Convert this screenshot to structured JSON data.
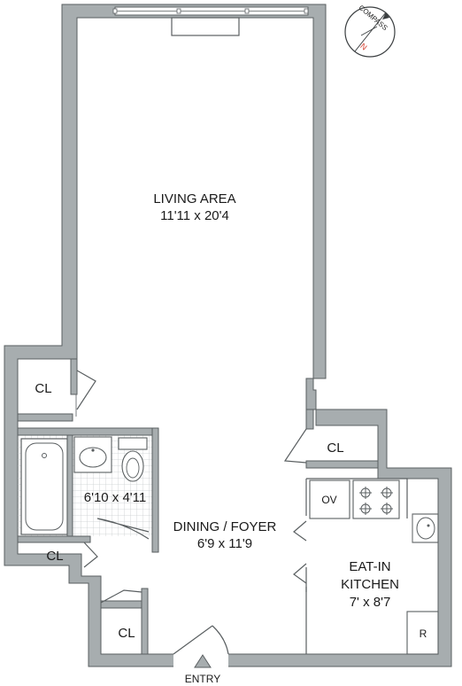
{
  "rooms": {
    "living": {
      "name": "LIVING AREA",
      "dims": "11'11 x 20'4"
    },
    "dining": {
      "name": "DINING / FOYER",
      "dims": "6'9 x 11'9"
    },
    "kitchen": {
      "name_line1": "EAT-IN",
      "name_line2": "KITCHEN",
      "dims": "7' x 8'7"
    },
    "bath": {
      "dims": "6'10 x 4'11"
    }
  },
  "closets": {
    "upper_left": "CL",
    "right": "CL",
    "lower_left": "CL",
    "bottom": "CL"
  },
  "appliances": {
    "oven": "OV",
    "refrigerator": "R"
  },
  "entry": "ENTRY",
  "compass": {
    "label": "COMPASS",
    "north": "N"
  },
  "colors": {
    "wall": "#a7adaf",
    "wall_edge": "#5a5f61",
    "tile_grid": "#c9cdcf",
    "north": "#d23a2a"
  }
}
